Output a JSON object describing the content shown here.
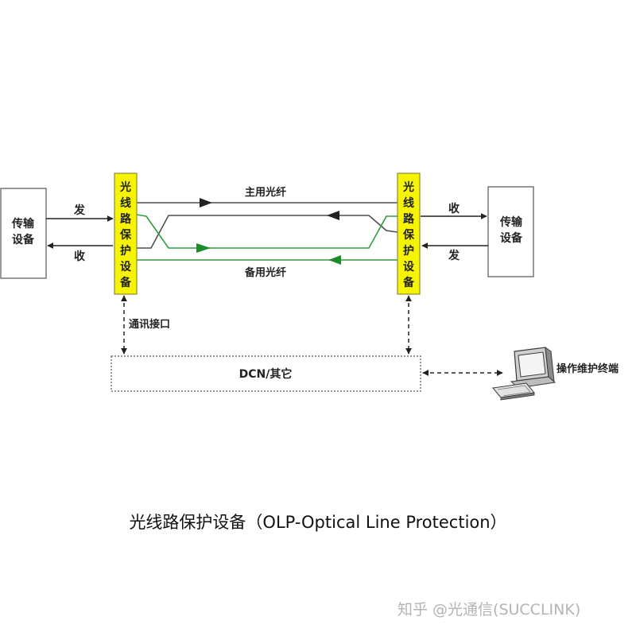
{
  "nodes": {
    "left_transmission": {
      "lines": [
        "传输",
        "设备"
      ]
    },
    "right_transmission": {
      "lines": [
        "传输",
        "设备"
      ]
    },
    "left_olp": {
      "chars": [
        "光",
        "线",
        "路",
        "保",
        "护",
        "设",
        "备"
      ]
    },
    "right_olp": {
      "chars": [
        "光",
        "线",
        "路",
        "保",
        "护",
        "设",
        "备"
      ]
    },
    "dcn": {
      "label": "DCN/其它"
    },
    "terminal": {
      "label": "操作维护终端"
    }
  },
  "links": {
    "left_send": "发",
    "left_receive": "收",
    "right_receive": "收",
    "right_send": "发",
    "primary_fiber": "主用光纤",
    "backup_fiber": "备用光纤",
    "comm_interface": "通讯接口"
  },
  "colors": {
    "olp_fill": "#f6f400",
    "primary_line": "#4d4d4d",
    "backup_line": "#2e9c3e",
    "backup_arrow": "#1f8a2a"
  },
  "caption": "光线路保护设备（OLP-Optical Line Protection）",
  "watermark": "知乎 @光通信(SUCCLINK)"
}
